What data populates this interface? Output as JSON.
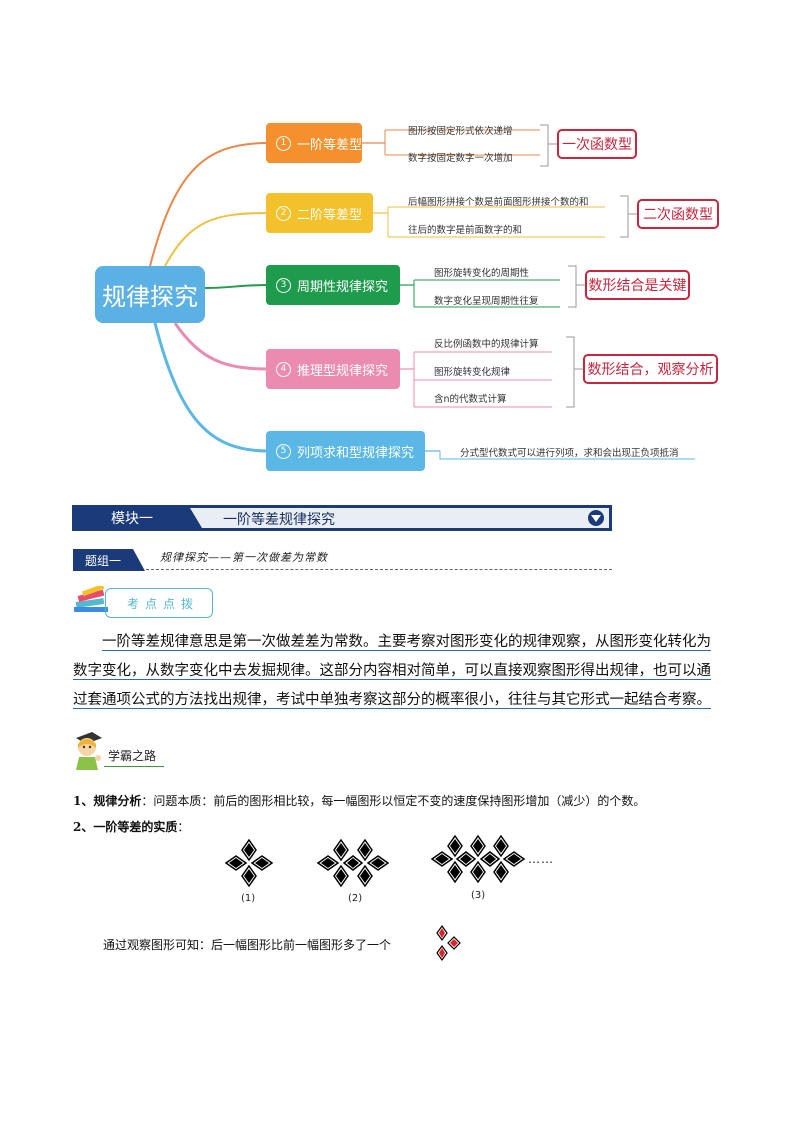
{
  "mindmap": {
    "root": "规律探究",
    "branches": [
      {
        "num": "1",
        "label": "一阶等差型",
        "color": "#f4902e",
        "leaves": [
          "图形按固定形式依次递增",
          "数字按固定数字一次增加"
        ],
        "result": "一次函数型"
      },
      {
        "num": "2",
        "label": "二阶等差型",
        "color": "#f3c12b",
        "leaves": [
          "后幅图形拼接个数是前面图形拼接个数的和",
          "往后的数字是前面数字的和"
        ],
        "result": "二次函数型"
      },
      {
        "num": "3",
        "label": "周期性规律探究",
        "color": "#1e9b4c",
        "leaves": [
          "图形旋转变化的周期性",
          "数字变化呈现周期性往复"
        ],
        "result": "数形结合是关键"
      },
      {
        "num": "4",
        "label": "推理型规律探究",
        "color": "#ec8bb0",
        "leaves": [
          "反比例函数中的规律计算",
          "图形旋转变化规律",
          "含n的代数式计算"
        ],
        "result": "数形结合，观察分析"
      },
      {
        "num": "5",
        "label": "列项求和型规律探究",
        "color": "#5ab7e6",
        "leaves": [
          "分式型代数式可以进行列项，求和会出现正负项抵消"
        ],
        "result": ""
      }
    ]
  },
  "module": {
    "label": "模块一",
    "title": "一阶等差规律探究",
    "accent": "#1a3a7a"
  },
  "group": {
    "label": "题组一",
    "title": "规律探究——第一次做差为常数"
  },
  "tip_box": {
    "label": "考点点拨"
  },
  "paragraph": {
    "text": "一阶等差规律意思是第一次做差差为常数。主要考察对图形变化的规律观察，从图形变化转化为数字变化，从数字变化中去发掘规律。这部分内容相对简单，可以直接观察图形得出规律，也可以通过套通项公式的方法找出规律，考试中单独考察这部分的概率很小，往往与其它形式一起结合考察。"
  },
  "study": {
    "label": "学霸之路"
  },
  "points": [
    {
      "head": "1、规律分析",
      "body": "：问题本质：前后的图形相比较，每一幅图形以恒定不变的速度保持图形增加（减少）的个数。"
    },
    {
      "head": "2、一阶等差的实质",
      "body": "："
    }
  ],
  "figures": {
    "captions": [
      "(1)",
      "(2)",
      "(3)"
    ],
    "ellipsis": "……"
  },
  "observation": {
    "text": "通过观察图形可知：后一幅图形比前一幅图形多了一个",
    "highlight_color": "#d9252a"
  }
}
